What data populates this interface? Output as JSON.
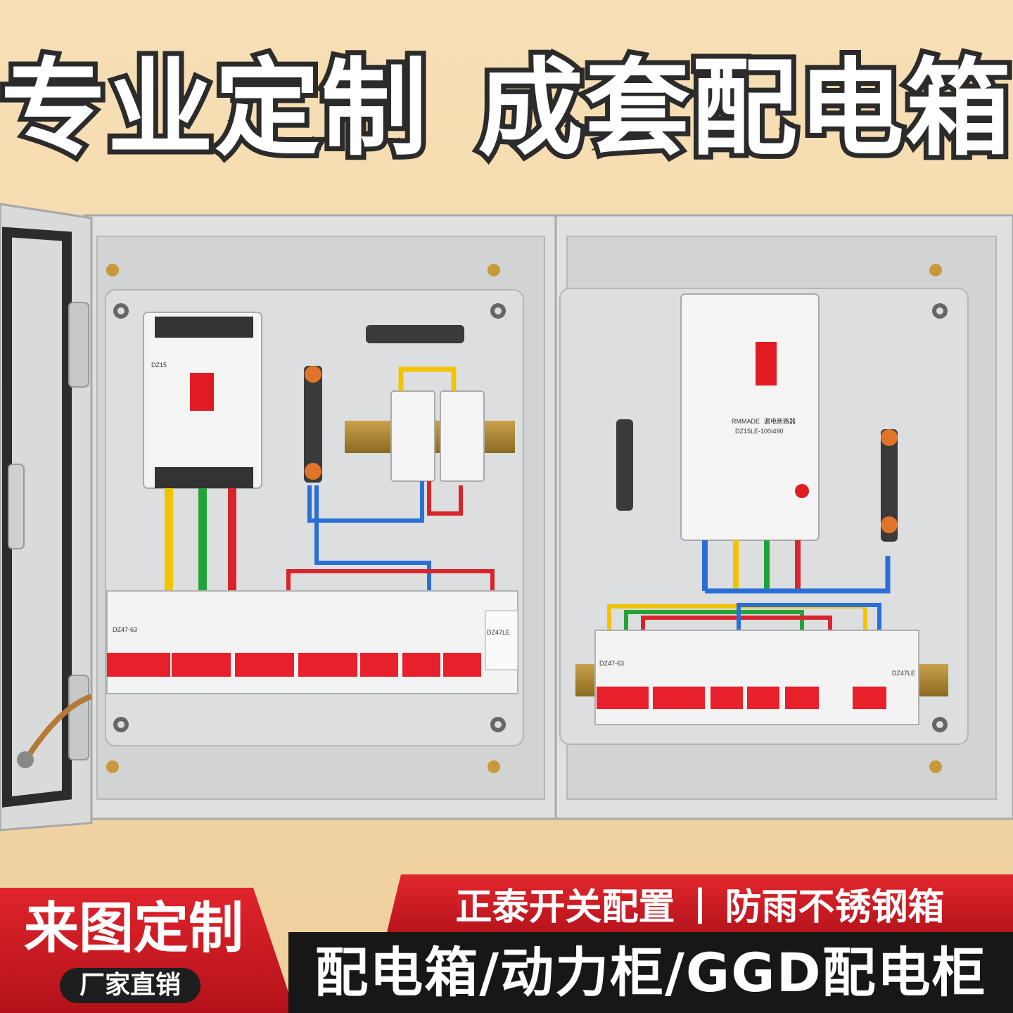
{
  "headline": {
    "part1": "专业定制",
    "part2": "成套配电箱"
  },
  "badge": {
    "text": "来图定制",
    "sub": "厂家直销"
  },
  "features": {
    "left": "正泰开关配置",
    "divider": "|",
    "right": "防雨不锈钢箱"
  },
  "products": {
    "text": "配电箱/动力柜/GGD配电柜"
  },
  "breaker_labels": {
    "brand": "RMMADE",
    "left_main_model": "DZ15",
    "right_main_name": "漏电断路器",
    "right_main_model": "DZ15LE-100/490",
    "mcb_model": "DZ47-63",
    "rcbo_model": "DZ47LE"
  },
  "colors": {
    "accent_red": "#d71920",
    "dark": "#1a1a1a",
    "background": "#f3d8a9",
    "breaker_red": "#e8202b"
  }
}
